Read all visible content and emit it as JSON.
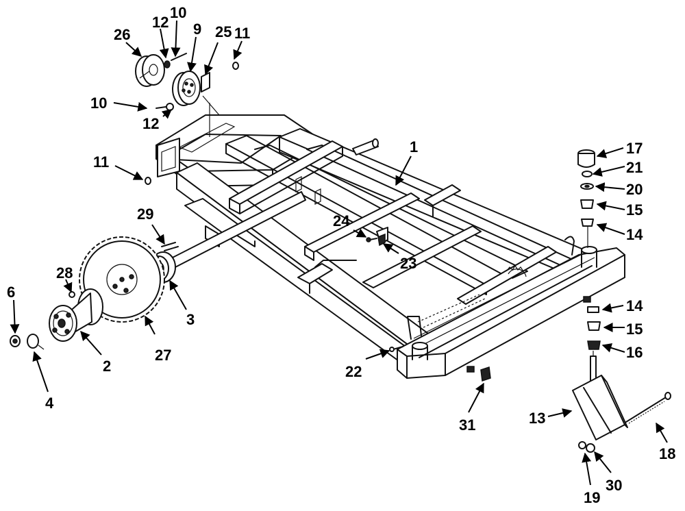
{
  "callouts": [
    {
      "id": "c1",
      "label": "1"
    },
    {
      "id": "c2",
      "label": "2"
    },
    {
      "id": "c3",
      "label": "3"
    },
    {
      "id": "c4",
      "label": "4"
    },
    {
      "id": "c6",
      "label": "6"
    },
    {
      "id": "c9",
      "label": "9"
    },
    {
      "id": "c10a",
      "label": "10"
    },
    {
      "id": "c10b",
      "label": "10"
    },
    {
      "id": "c11a",
      "label": "11"
    },
    {
      "id": "c11b",
      "label": "11"
    },
    {
      "id": "c12a",
      "label": "12"
    },
    {
      "id": "c12b",
      "label": "12"
    },
    {
      "id": "c13",
      "label": "13"
    },
    {
      "id": "c14a",
      "label": "14"
    },
    {
      "id": "c14b",
      "label": "14"
    },
    {
      "id": "c15a",
      "label": "15"
    },
    {
      "id": "c15b",
      "label": "15"
    },
    {
      "id": "c16",
      "label": "16"
    },
    {
      "id": "c17",
      "label": "17"
    },
    {
      "id": "c18",
      "label": "18"
    },
    {
      "id": "c19",
      "label": "19"
    },
    {
      "id": "c20",
      "label": "20"
    },
    {
      "id": "c21",
      "label": "21"
    },
    {
      "id": "c22",
      "label": "22"
    },
    {
      "id": "c23",
      "label": "23"
    },
    {
      "id": "c24",
      "label": "24"
    },
    {
      "id": "c25",
      "label": "25"
    },
    {
      "id": "c26",
      "label": "26"
    },
    {
      "id": "c27",
      "label": "27"
    },
    {
      "id": "c28",
      "label": "28"
    },
    {
      "id": "c29",
      "label": "29"
    },
    {
      "id": "c30",
      "label": "30"
    },
    {
      "id": "c31",
      "label": "31"
    }
  ]
}
